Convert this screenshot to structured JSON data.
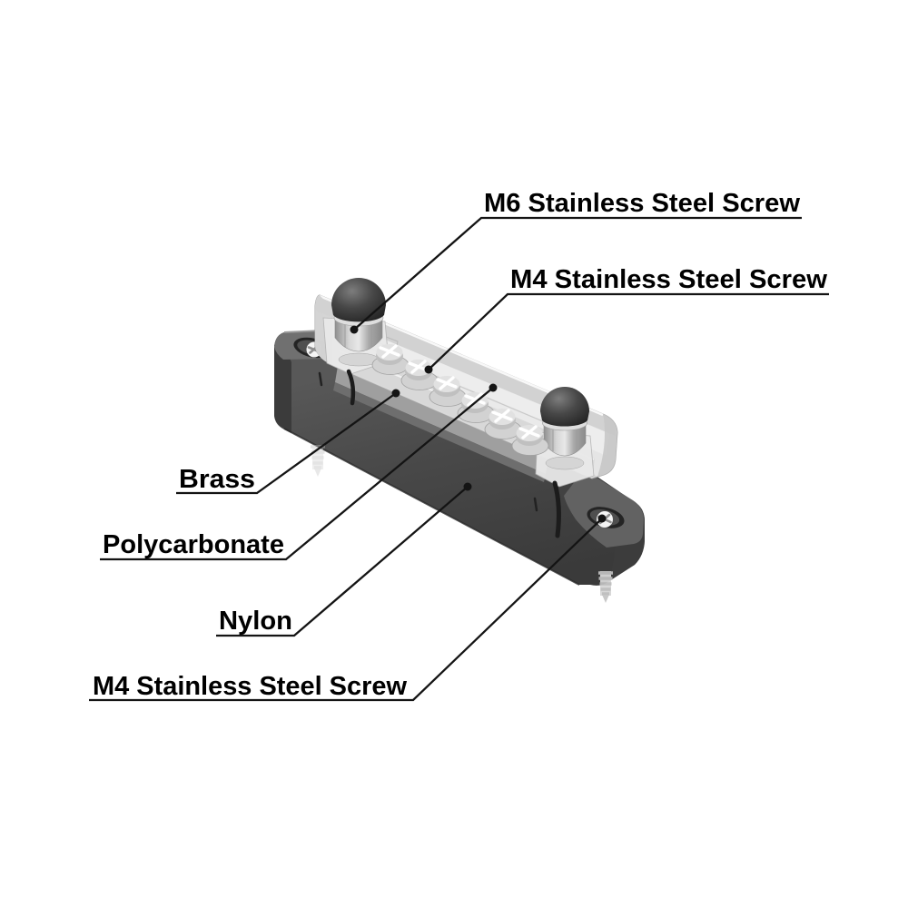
{
  "page": {
    "background": "#ffffff"
  },
  "callouts": {
    "m6_screw": "M6 Stainless Steel Screw",
    "m4_screw_terminal": "M4 Stainless Steel Screw",
    "brass": "Brass",
    "polycarbonate": "Polycarbonate",
    "nylon": "Nylon",
    "m4_screw_mounting": "M4 Stainless Steel Screw"
  },
  "illustration": {
    "subject": "isometric grayscale CAD render of a bus bar with transparent cover",
    "parts": {
      "base": "nylon base with two mounting feet",
      "bar": "brass conductor bar",
      "cover": "polycarbonate transparent cover",
      "studs": "2 M6 studs with black dome caps",
      "terminal_screws": "6 M4 terminal screws",
      "mounting_screws": "2 M4 mounting screws",
      "tapping_screws": "2 self-tapping screws below feet"
    },
    "colors": {
      "base_front": "#4a4a4a",
      "base_top": "#707070",
      "base_side": "#393939",
      "cover": "#e3e3e3",
      "cover_shade": "#cfcfcf",
      "brass_bar": "#9f9f9f",
      "screw_metal": "#d0d0d0",
      "stud_cap_dark": "#242424",
      "leader": "#141414",
      "text": "#000000"
    }
  }
}
